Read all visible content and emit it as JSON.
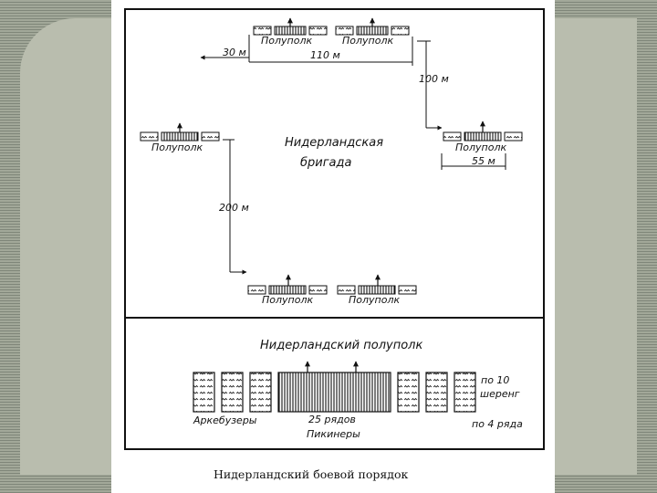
{
  "diagram": {
    "brigade_label": [
      "Нидерландская",
      "бригада"
    ],
    "half_regiment_label": "Полуполк",
    "distances": {
      "d30": "30 м",
      "d110": "110 м",
      "d100": "100 м",
      "d55": "55 м",
      "d200": "200 м"
    },
    "lower_panel": {
      "title": "Нидерландский полуполк",
      "arquebusiers": "Аркебузеры",
      "pikemen_rows": "25 рядов",
      "pikemen": "Пикинеры",
      "per_ten": [
        "по 10",
        "шеренг"
      ],
      "per_four": "по 4 ряда"
    },
    "caption": "Нидерландский боевой порядок"
  }
}
